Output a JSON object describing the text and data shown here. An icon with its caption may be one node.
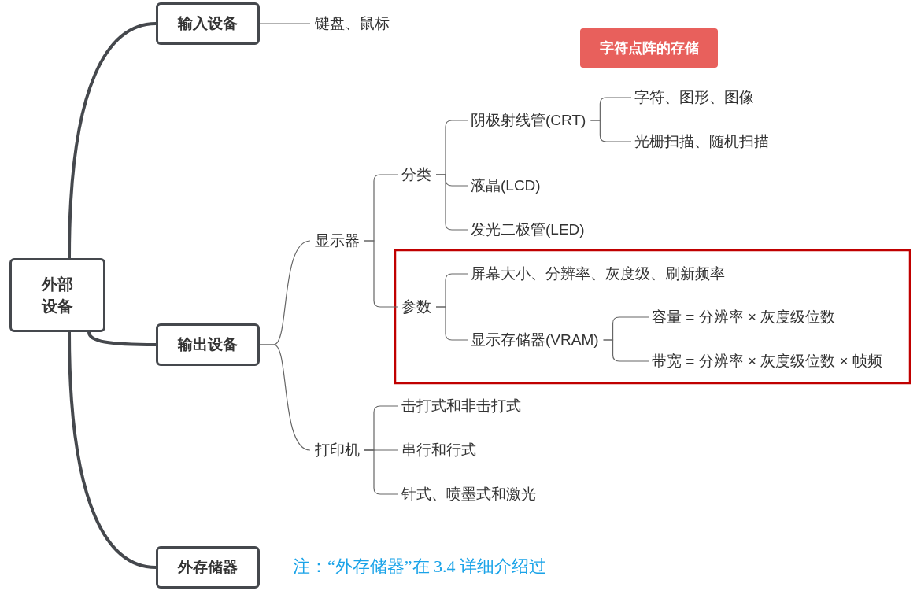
{
  "diagram": {
    "nodes": [
      {
        "text": [
          "外部设备"
        ]
      },
      {
        "text": [
          "输入设备"
        ]
      },
      {
        "text": [
          "键盘、鼠标"
        ]
      },
      {
        "text": [
          "输出设备"
        ]
      },
      {
        "text": [
          "显示器"
        ]
      },
      {
        "text": [
          "分类"
        ]
      },
      {
        "text": [
          "阴极射线管(CRT)"
        ]
      },
      {
        "text": [
          "字符、图形、图像"
        ]
      },
      {
        "text": [
          "光栅扫描、随机扫描"
        ]
      },
      {
        "text": [
          "液晶(LCD)"
        ]
      },
      {
        "text": [
          "发光二极管(LED)"
        ]
      },
      {
        "text": [
          "参数"
        ]
      },
      {
        "text": [
          "屏幕大小、分辨率、灰度级、刷新频率"
        ]
      },
      {
        "text": [
          "显示存储器(VRAM)"
        ]
      },
      {
        "text": [
          "容量 = 分辨率 × 灰度级位数"
        ]
      },
      {
        "text": [
          "带宽 = 分辨率 × 灰度级位数 × 帧频"
        ]
      },
      {
        "text": [
          "打印机"
        ]
      },
      {
        "text": [
          "击打式和非击打式"
        ]
      },
      {
        "text": [
          "串行和行式"
        ]
      },
      {
        "text": [
          "针式、喷墨式和激光"
        ]
      },
      {
        "text": [
          "外存储器"
        ]
      },
      {
        "text": [
          "字符点阵的存储"
        ]
      }
    ],
    "edges": [
      {
        "from": 0,
        "to": 1,
        "arrow": "none",
        "style": "thick"
      },
      {
        "from": 0,
        "to": 3,
        "arrow": "none",
        "style": "thick"
      },
      {
        "from": 0,
        "to": 20,
        "arrow": "none",
        "style": "thick"
      },
      {
        "from": 1,
        "to": 2,
        "arrow": "none"
      },
      {
        "from": 3,
        "to": 4,
        "arrow": "none"
      },
      {
        "from": 3,
        "to": 16,
        "arrow": "none"
      },
      {
        "from": 4,
        "to": 5,
        "arrow": "none"
      },
      {
        "from": 4,
        "to": 11,
        "arrow": "none"
      },
      {
        "from": 5,
        "to": 6,
        "arrow": "none"
      },
      {
        "from": 5,
        "to": 9,
        "arrow": "none"
      },
      {
        "from": 5,
        "to": 10,
        "arrow": "none"
      },
      {
        "from": 6,
        "to": 7,
        "arrow": "none"
      },
      {
        "from": 6,
        "to": 8,
        "arrow": "none"
      },
      {
        "from": 11,
        "to": 12,
        "arrow": "none"
      },
      {
        "from": 11,
        "to": 13,
        "arrow": "none"
      },
      {
        "from": 13,
        "to": 14,
        "arrow": "none"
      },
      {
        "from": 13,
        "to": 15,
        "arrow": "none"
      },
      {
        "from": 16,
        "to": 17,
        "arrow": "none"
      },
      {
        "from": 16,
        "to": 18,
        "arrow": "none"
      },
      {
        "from": 16,
        "to": 19,
        "arrow": "none"
      }
    ],
    "labels": [
      "注：“外存储器”在 3.4 详细介绍过"
    ]
  }
}
